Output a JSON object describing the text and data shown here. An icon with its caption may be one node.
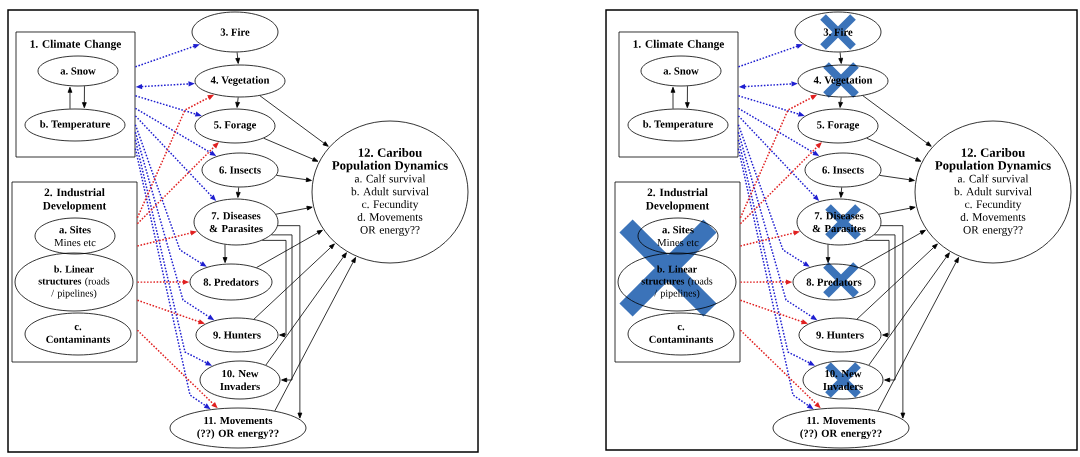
{
  "diagram": {
    "nodes": [
      {
        "text": [
          "1. Climate Change"
        ]
      },
      {
        "text": [
          "a. Snow"
        ],
        "in": 0
      },
      {
        "text": [
          "b. Temperature"
        ],
        "in": 0
      },
      {
        "text": [
          "2. Industrial Development"
        ]
      },
      {
        "text": [
          "a. Sites",
          "Mines etc"
        ],
        "in": 3
      },
      {
        "text": [
          "**b. Linear structures** (roads / pipelines)"
        ],
        "in": 3
      },
      {
        "text": [
          "c. Contaminants"
        ],
        "in": 3
      },
      {
        "text": [
          "3. Fire"
        ]
      },
      {
        "text": [
          "4. Vegetation"
        ]
      },
      {
        "text": [
          "5. Forage"
        ]
      },
      {
        "text": [
          "6. Insects"
        ]
      },
      {
        "text": [
          "7. Diseases & Parasites"
        ]
      },
      {
        "text": [
          "8. Predators"
        ]
      },
      {
        "text": [
          "9. Hunters"
        ]
      },
      {
        "text": [
          "10. New Invaders"
        ]
      },
      {
        "text": [
          "11. Movements (??) OR energy??"
        ]
      },
      {
        "text": [
          "12. Caribou Population Dynamics",
          "a. Calf survival",
          "b. Adult survival",
          "c. Fecundity",
          "d. Movements OR energy??"
        ]
      },
      {
        "text": [
          "1. Climate Change"
        ]
      },
      {
        "text": [
          "a. Snow"
        ],
        "in": 17
      },
      {
        "text": [
          "b. Temperature"
        ],
        "in": 17
      },
      {
        "text": [
          "2. Industrial Development"
        ]
      },
      {
        "text": [
          "a. Sites",
          "Mines etc"
        ],
        "in": 20
      },
      {
        "text": [
          "**b. Linear structures** (roads / pipelines)"
        ],
        "in": 20
      },
      {
        "text": [
          "c. Contaminants"
        ],
        "in": 20
      },
      {
        "text": [
          "3. Fire"
        ]
      },
      {
        "text": [
          "4. Vegetation"
        ]
      },
      {
        "text": [
          "5. Forage"
        ]
      },
      {
        "text": [
          "6. Insects"
        ]
      },
      {
        "text": [
          "7. Diseases & Parasites"
        ]
      },
      {
        "text": [
          "8. Predators"
        ]
      },
      {
        "text": [
          "9. Hunters"
        ]
      },
      {
        "text": [
          "10. New Invaders"
        ]
      },
      {
        "text": [
          "11. Movements (??) OR energy??"
        ]
      },
      {
        "text": [
          "12. Caribou Population Dynamics",
          "a. Calf survival",
          "b. Adult survival",
          "c. Fecundity",
          "d. Movements OR energy??"
        ]
      }
    ],
    "edges": [
      {
        "from": 2,
        "to": 1,
        "arrow": "to"
      },
      {
        "from": 1,
        "to": 2,
        "arrow": "to"
      },
      {
        "from": 7,
        "to": 8,
        "arrow": "to"
      },
      {
        "from": 8,
        "to": 9,
        "arrow": "to"
      },
      {
        "from": 10,
        "to": 11,
        "arrow": "to"
      },
      {
        "from": 11,
        "to": 12,
        "arrow": "to"
      },
      {
        "from": 11,
        "to": 13,
        "arrow": "to"
      },
      {
        "from": 11,
        "to": 14,
        "arrow": "to"
      },
      {
        "from": 11,
        "to": 15,
        "arrow": "to"
      },
      {
        "from": 8,
        "to": 16,
        "arrow": "to"
      },
      {
        "from": 9,
        "to": 16,
        "arrow": "to"
      },
      {
        "from": 10,
        "to": 16,
        "arrow": "to"
      },
      {
        "from": 11,
        "to": 16,
        "arrow": "to"
      },
      {
        "from": 12,
        "to": 16,
        "arrow": "to"
      },
      {
        "from": 13,
        "to": 16,
        "arrow": "to"
      },
      {
        "from": 14,
        "to": 16,
        "arrow": "to"
      },
      {
        "from": 15,
        "to": 16,
        "arrow": "to"
      },
      {
        "from": 0,
        "to": 7,
        "arrow": "to",
        "style": "dashed",
        "color": "#1f1fd0"
      },
      {
        "from": 0,
        "to": 8,
        "arrow": "both",
        "style": "dashed",
        "color": "#1f1fd0"
      },
      {
        "from": 0,
        "to": 9,
        "arrow": "to",
        "style": "dashed",
        "color": "#1f1fd0"
      },
      {
        "from": 0,
        "to": 10,
        "arrow": "to",
        "style": "dashed",
        "color": "#1f1fd0"
      },
      {
        "from": 0,
        "to": 11,
        "arrow": "to",
        "style": "dashed",
        "color": "#1f1fd0"
      },
      {
        "from": 0,
        "to": 12,
        "arrow": "to",
        "style": "dashed",
        "color": "#1f1fd0"
      },
      {
        "from": 0,
        "to": 13,
        "arrow": "to",
        "style": "dashed",
        "color": "#1f1fd0"
      },
      {
        "from": 0,
        "to": 14,
        "arrow": "to",
        "style": "dashed",
        "color": "#1f1fd0"
      },
      {
        "from": 0,
        "to": 15,
        "arrow": "to",
        "style": "dashed",
        "color": "#1f1fd0"
      },
      {
        "from": 3,
        "to": 8,
        "arrow": "to",
        "style": "dashed",
        "color": "#e02020"
      },
      {
        "from": 3,
        "to": 9,
        "arrow": "to",
        "style": "dashed",
        "color": "#e02020"
      },
      {
        "from": 3,
        "to": 11,
        "arrow": "to",
        "style": "dashed",
        "color": "#e02020"
      },
      {
        "from": 3,
        "to": 12,
        "arrow": "to",
        "style": "dashed",
        "color": "#e02020"
      },
      {
        "from": 3,
        "to": 13,
        "arrow": "to",
        "style": "dashed",
        "color": "#e02020"
      },
      {
        "from": 3,
        "to": 15,
        "arrow": "to",
        "style": "dashed",
        "color": "#e02020"
      },
      {
        "from": 19,
        "to": 18,
        "arrow": "to"
      },
      {
        "from": 18,
        "to": 19,
        "arrow": "to"
      },
      {
        "from": 24,
        "to": 25,
        "arrow": "to"
      },
      {
        "from": 25,
        "to": 26,
        "arrow": "to"
      },
      {
        "from": 27,
        "to": 28,
        "arrow": "to"
      },
      {
        "from": 28,
        "to": 29,
        "arrow": "to"
      },
      {
        "from": 28,
        "to": 30,
        "arrow": "to"
      },
      {
        "from": 28,
        "to": 31,
        "arrow": "to"
      },
      {
        "from": 28,
        "to": 32,
        "arrow": "to"
      },
      {
        "from": 25,
        "to": 33,
        "arrow": "to"
      },
      {
        "from": 26,
        "to": 33,
        "arrow": "to"
      },
      {
        "from": 27,
        "to": 33,
        "arrow": "to"
      },
      {
        "from": 28,
        "to": 33,
        "arrow": "to"
      },
      {
        "from": 29,
        "to": 33,
        "arrow": "to"
      },
      {
        "from": 30,
        "to": 33,
        "arrow": "to"
      },
      {
        "from": 31,
        "to": 33,
        "arrow": "to"
      },
      {
        "from": 32,
        "to": 33,
        "arrow": "to"
      },
      {
        "from": 17,
        "to": 24,
        "arrow": "to",
        "style": "dashed",
        "color": "#1f1fd0"
      },
      {
        "from": 17,
        "to": 25,
        "arrow": "both",
        "style": "dashed",
        "color": "#1f1fd0"
      },
      {
        "from": 17,
        "to": 26,
        "arrow": "to",
        "style": "dashed",
        "color": "#1f1fd0"
      },
      {
        "from": 17,
        "to": 27,
        "arrow": "to",
        "style": "dashed",
        "color": "#1f1fd0"
      },
      {
        "from": 17,
        "to": 28,
        "arrow": "to",
        "style": "dashed",
        "color": "#1f1fd0"
      },
      {
        "from": 17,
        "to": 29,
        "arrow": "to",
        "style": "dashed",
        "color": "#1f1fd0"
      },
      {
        "from": 17,
        "to": 30,
        "arrow": "to",
        "style": "dashed",
        "color": "#1f1fd0"
      },
      {
        "from": 17,
        "to": 31,
        "arrow": "to",
        "style": "dashed",
        "color": "#1f1fd0"
      },
      {
        "from": 17,
        "to": 32,
        "arrow": "to",
        "style": "dashed",
        "color": "#1f1fd0"
      },
      {
        "from": 20,
        "to": 25,
        "arrow": "to",
        "style": "dashed",
        "color": "#e02020"
      },
      {
        "from": 20,
        "to": 26,
        "arrow": "to",
        "style": "dashed",
        "color": "#e02020"
      },
      {
        "from": 20,
        "to": 28,
        "arrow": "to",
        "style": "dashed",
        "color": "#e02020"
      },
      {
        "from": 20,
        "to": 29,
        "arrow": "to",
        "style": "dashed",
        "color": "#e02020"
      },
      {
        "from": 20,
        "to": 30,
        "arrow": "to",
        "style": "dashed",
        "color": "#e02020"
      },
      {
        "from": 20,
        "to": 32,
        "arrow": "to",
        "style": "dashed",
        "color": "#e02020"
      }
    ]
  }
}
